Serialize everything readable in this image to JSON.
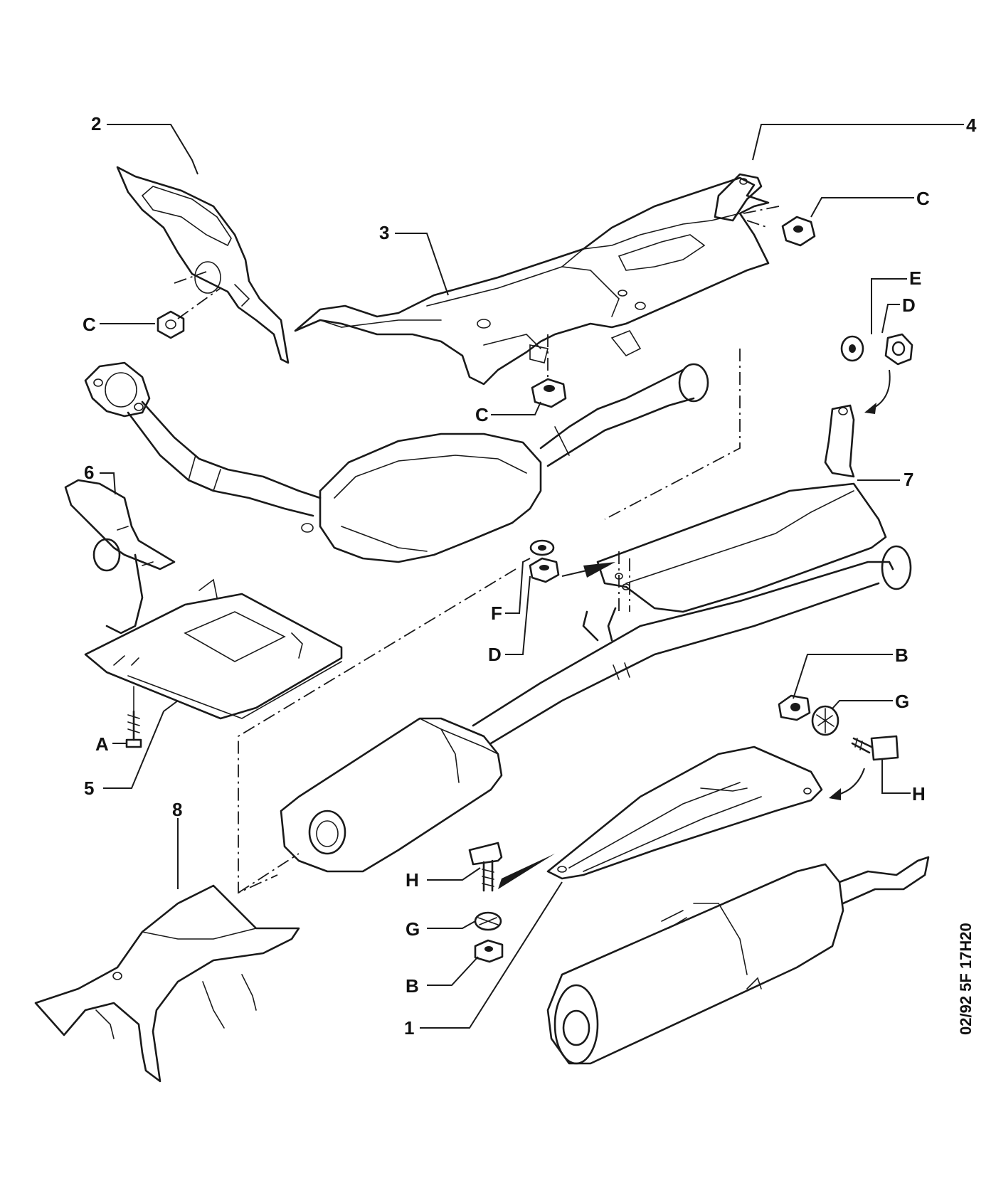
{
  "diagram": {
    "callouts": {
      "c1": "1",
      "c2": "2",
      "c3": "3",
      "c4": "4",
      "c5": "5",
      "c6": "6",
      "c7": "7",
      "c8": "8",
      "cA": "A",
      "cB_top": "B",
      "cB_bottom": "B",
      "cC_left": "C",
      "cC_middle": "C",
      "cC_right": "C",
      "cD_top": "D",
      "cD_middle": "D",
      "cE": "E",
      "cF": "F",
      "cG_top": "G",
      "cG_bottom": "G",
      "cH_top": "H",
      "cH_bottom": "H"
    },
    "reference_code": "02/92  5F  17H20"
  }
}
